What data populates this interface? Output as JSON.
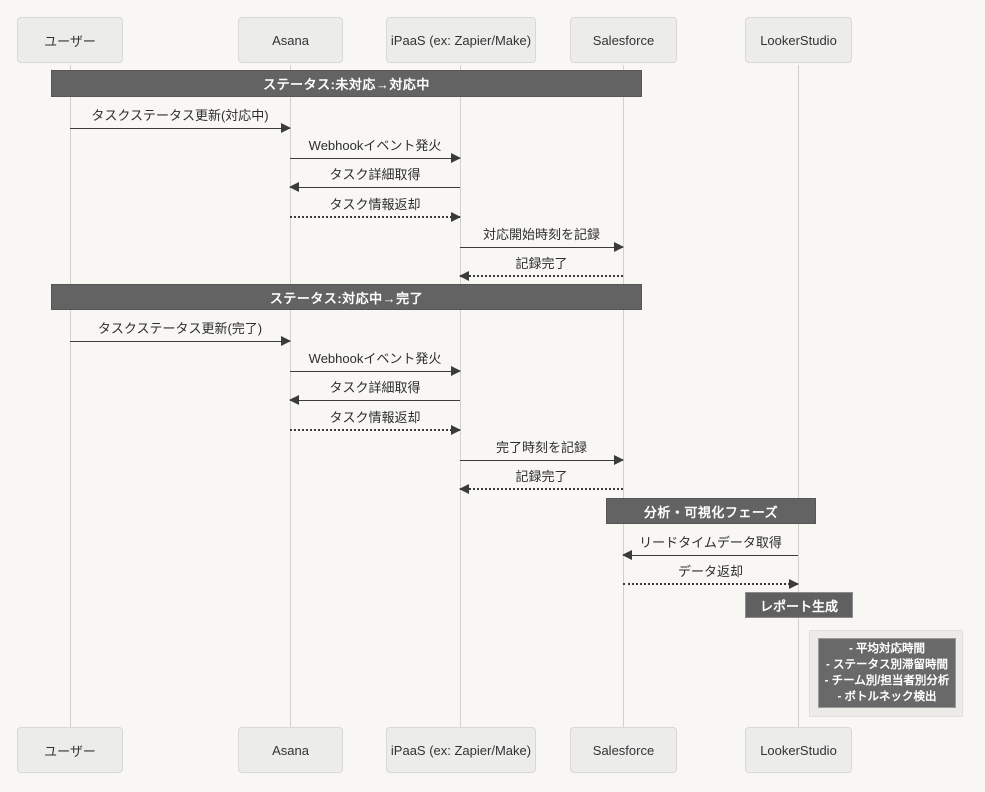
{
  "diagram": {
    "actors": [
      {
        "name": "ユーザー"
      },
      {
        "name": "Asana"
      },
      {
        "name": "iPaaS (ex: Zapier/Make)"
      },
      {
        "name": "Salesforce"
      },
      {
        "name": "LookerStudio"
      }
    ],
    "phases": [
      {
        "label": "ステータス:未対応→対応中"
      },
      {
        "label": "ステータス:対応中→完了"
      },
      {
        "label": "分析・可視化フェーズ"
      }
    ],
    "messages": [
      {
        "from": "ユーザー",
        "to": "Asana",
        "label": "タスクステータス更新(対応中)",
        "style": "solid"
      },
      {
        "from": "Asana",
        "to": "iPaaS (ex: Zapier/Make)",
        "label": "Webhookイベント発火",
        "style": "solid"
      },
      {
        "from": "iPaaS (ex: Zapier/Make)",
        "to": "Asana",
        "label": "タスク詳細取得",
        "style": "solid"
      },
      {
        "from": "Asana",
        "to": "iPaaS (ex: Zapier/Make)",
        "label": "タスク情報返却",
        "style": "dashed"
      },
      {
        "from": "iPaaS (ex: Zapier/Make)",
        "to": "Salesforce",
        "label": "対応開始時刻を記録",
        "style": "solid"
      },
      {
        "from": "Salesforce",
        "to": "iPaaS (ex: Zapier/Make)",
        "label": "記録完了",
        "style": "dashed"
      },
      {
        "from": "ユーザー",
        "to": "Asana",
        "label": "タスクステータス更新(完了)",
        "style": "solid"
      },
      {
        "from": "Asana",
        "to": "iPaaS (ex: Zapier/Make)",
        "label": "Webhookイベント発火",
        "style": "solid"
      },
      {
        "from": "iPaaS (ex: Zapier/Make)",
        "to": "Asana",
        "label": "タスク詳細取得",
        "style": "solid"
      },
      {
        "from": "Asana",
        "to": "iPaaS (ex: Zapier/Make)",
        "label": "タスク情報返却",
        "style": "dashed"
      },
      {
        "from": "iPaaS (ex: Zapier/Make)",
        "to": "Salesforce",
        "label": "完了時刻を記録",
        "style": "solid"
      },
      {
        "from": "Salesforce",
        "to": "iPaaS (ex: Zapier/Make)",
        "label": "記録完了",
        "style": "dashed"
      },
      {
        "from": "LookerStudio",
        "to": "Salesforce",
        "label": "リードタイムデータ取得",
        "style": "solid"
      },
      {
        "from": "Salesforce",
        "to": "LookerStudio",
        "label": "データ返却",
        "style": "dashed"
      }
    ],
    "report_box": {
      "label": "レポート生成"
    },
    "note": {
      "lines": [
        "- 平均対応時間",
        "- ステータス別滞留時間",
        "- チーム別/担当者別分析",
        "- ボトルネック検出"
      ]
    },
    "colors": {
      "background": "#f8f7f4",
      "actor_fill": "#ececeb",
      "actor_border": "#d9d8d4",
      "band_fill": "#636363",
      "band_text": "#ffffff",
      "arrow": "#3b3b3b",
      "lifeline": "#d2d1cd",
      "note_fill": "#696969"
    }
  }
}
